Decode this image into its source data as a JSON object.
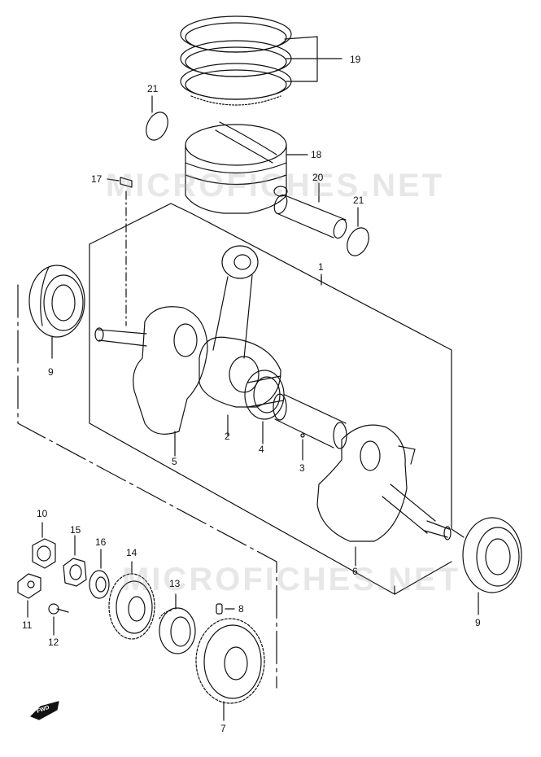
{
  "watermark": "MICROFICHES.NET",
  "fwd_label": "FWD",
  "colors": {
    "line": "#111111",
    "watermark": "#aaaaaa",
    "background": "#ffffff"
  },
  "parts": [
    {
      "number": "1",
      "name": "crankshaft-assembly"
    },
    {
      "number": "2",
      "name": "connecting-rod"
    },
    {
      "number": "3",
      "name": "crank-pin"
    },
    {
      "number": "4",
      "name": "needle-bearing"
    },
    {
      "number": "5",
      "name": "crankshaft-left"
    },
    {
      "number": "6",
      "name": "crankshaft-right"
    },
    {
      "number": "7",
      "name": "balancer-drive-gear"
    },
    {
      "number": "8",
      "name": "pin"
    },
    {
      "number": "9",
      "name": "crankshaft-bearing"
    },
    {
      "number": "10",
      "name": "nut"
    },
    {
      "number": "11",
      "name": "lock-washer"
    },
    {
      "number": "12",
      "name": "screw"
    },
    {
      "number": "13",
      "name": "balancer-bearing"
    },
    {
      "number": "14",
      "name": "balancer-driven-gear"
    },
    {
      "number": "15",
      "name": "nut"
    },
    {
      "number": "16",
      "name": "washer"
    },
    {
      "number": "17",
      "name": "key"
    },
    {
      "number": "18",
      "name": "piston"
    },
    {
      "number": "19",
      "name": "piston-ring-set"
    },
    {
      "number": "20",
      "name": "piston-pin"
    },
    {
      "number": "21",
      "name": "circlip"
    }
  ]
}
